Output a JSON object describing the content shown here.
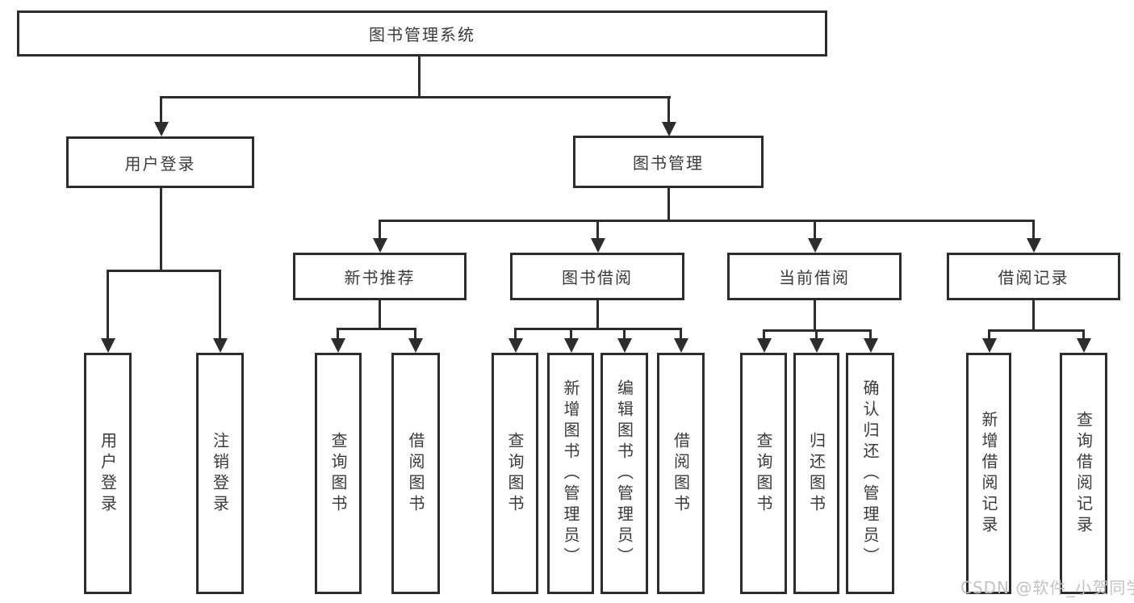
{
  "colors": {
    "line": "#2d2d2d",
    "text": "#3a3a3a",
    "box-bg": "#ffffff",
    "watermark": "#c2c2c2",
    "page-bg": "#ffffff"
  },
  "watermark": {
    "text": "CSDN @软件_小贺同学"
  },
  "diagram": {
    "type": "hierarchy-tree",
    "root": {
      "label": "图书管理系统"
    },
    "children": [
      {
        "label": "用户登录",
        "children": [
          {
            "label": "用户登录"
          },
          {
            "label": "注销登录"
          }
        ]
      },
      {
        "label": "图书管理",
        "children": [
          {
            "label": "新书推荐",
            "children": [
              {
                "label": "查询图书"
              },
              {
                "label": "借阅图书"
              }
            ]
          },
          {
            "label": "图书借阅",
            "children": [
              {
                "label": "查询图书"
              },
              {
                "label": "新增图书（管理员）"
              },
              {
                "label": "编辑图书（管理员）"
              },
              {
                "label": "借阅图书"
              }
            ]
          },
          {
            "label": "当前借阅",
            "children": [
              {
                "label": "查询图书"
              },
              {
                "label": "归还图书"
              },
              {
                "label": "确认归还（管理员）"
              }
            ]
          },
          {
            "label": "借阅记录",
            "children": [
              {
                "label": "新增借阅记录"
              },
              {
                "label": "查询借阅记录"
              }
            ]
          }
        ]
      }
    ]
  }
}
